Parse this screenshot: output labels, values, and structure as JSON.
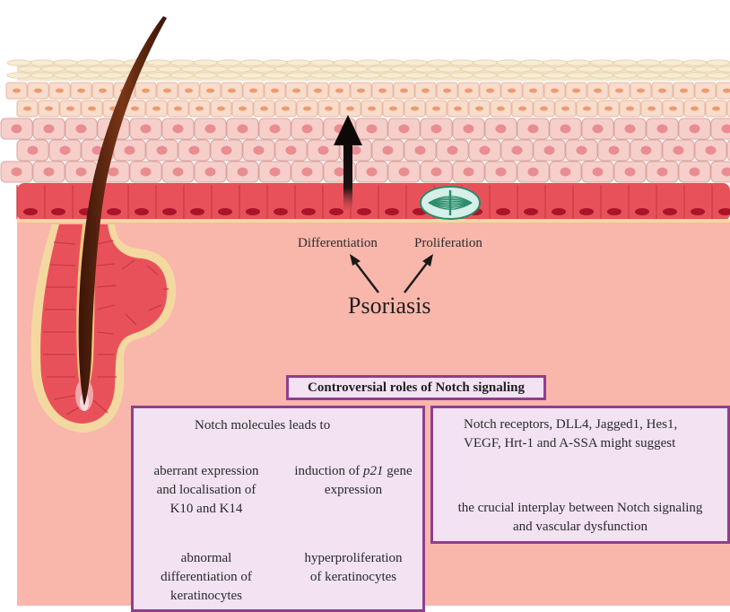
{
  "diagram": {
    "central_label": "Psoriasis",
    "arrow_labels": {
      "left": "Differentiation",
      "right": "Proliferation"
    },
    "title_box": "Controversial roles of Notch signaling",
    "left_box": {
      "header": "Notch molecules leads to",
      "branch_left_lines": [
        "aberrant expression",
        "and localisation of",
        "K10 and K14"
      ],
      "branch_left_result_lines": [
        "abnormal",
        "differentiation of",
        "keratinocytes"
      ],
      "branch_right_line1_prefix": "induction of ",
      "branch_right_line1_italic": "p21",
      "branch_right_line1_suffix": " gene",
      "branch_right_line2": "expression",
      "branch_right_result_lines": [
        "hyperproliferation",
        "of keratinocytes"
      ]
    },
    "right_box": {
      "header_lines": [
        "Notch receptors, DLL4, Jagged1, Hes1,",
        "VEGF, Hrt-1 and A-SSA might suggest"
      ],
      "result_lines": [
        "the crucial interplay between Notch signaling",
        "and vascular dysfunction"
      ]
    },
    "colors": {
      "dermis": "#f9b7ac",
      "basal_cells": "#e9515a",
      "spinous_cells": "#f6cfcb",
      "granular_cells": "#f8dccc",
      "corneum": "#f4e6cc",
      "hair": "#5a2410",
      "box_border": "#8e3f8e",
      "box_fill": "#f2e2f2"
    }
  }
}
